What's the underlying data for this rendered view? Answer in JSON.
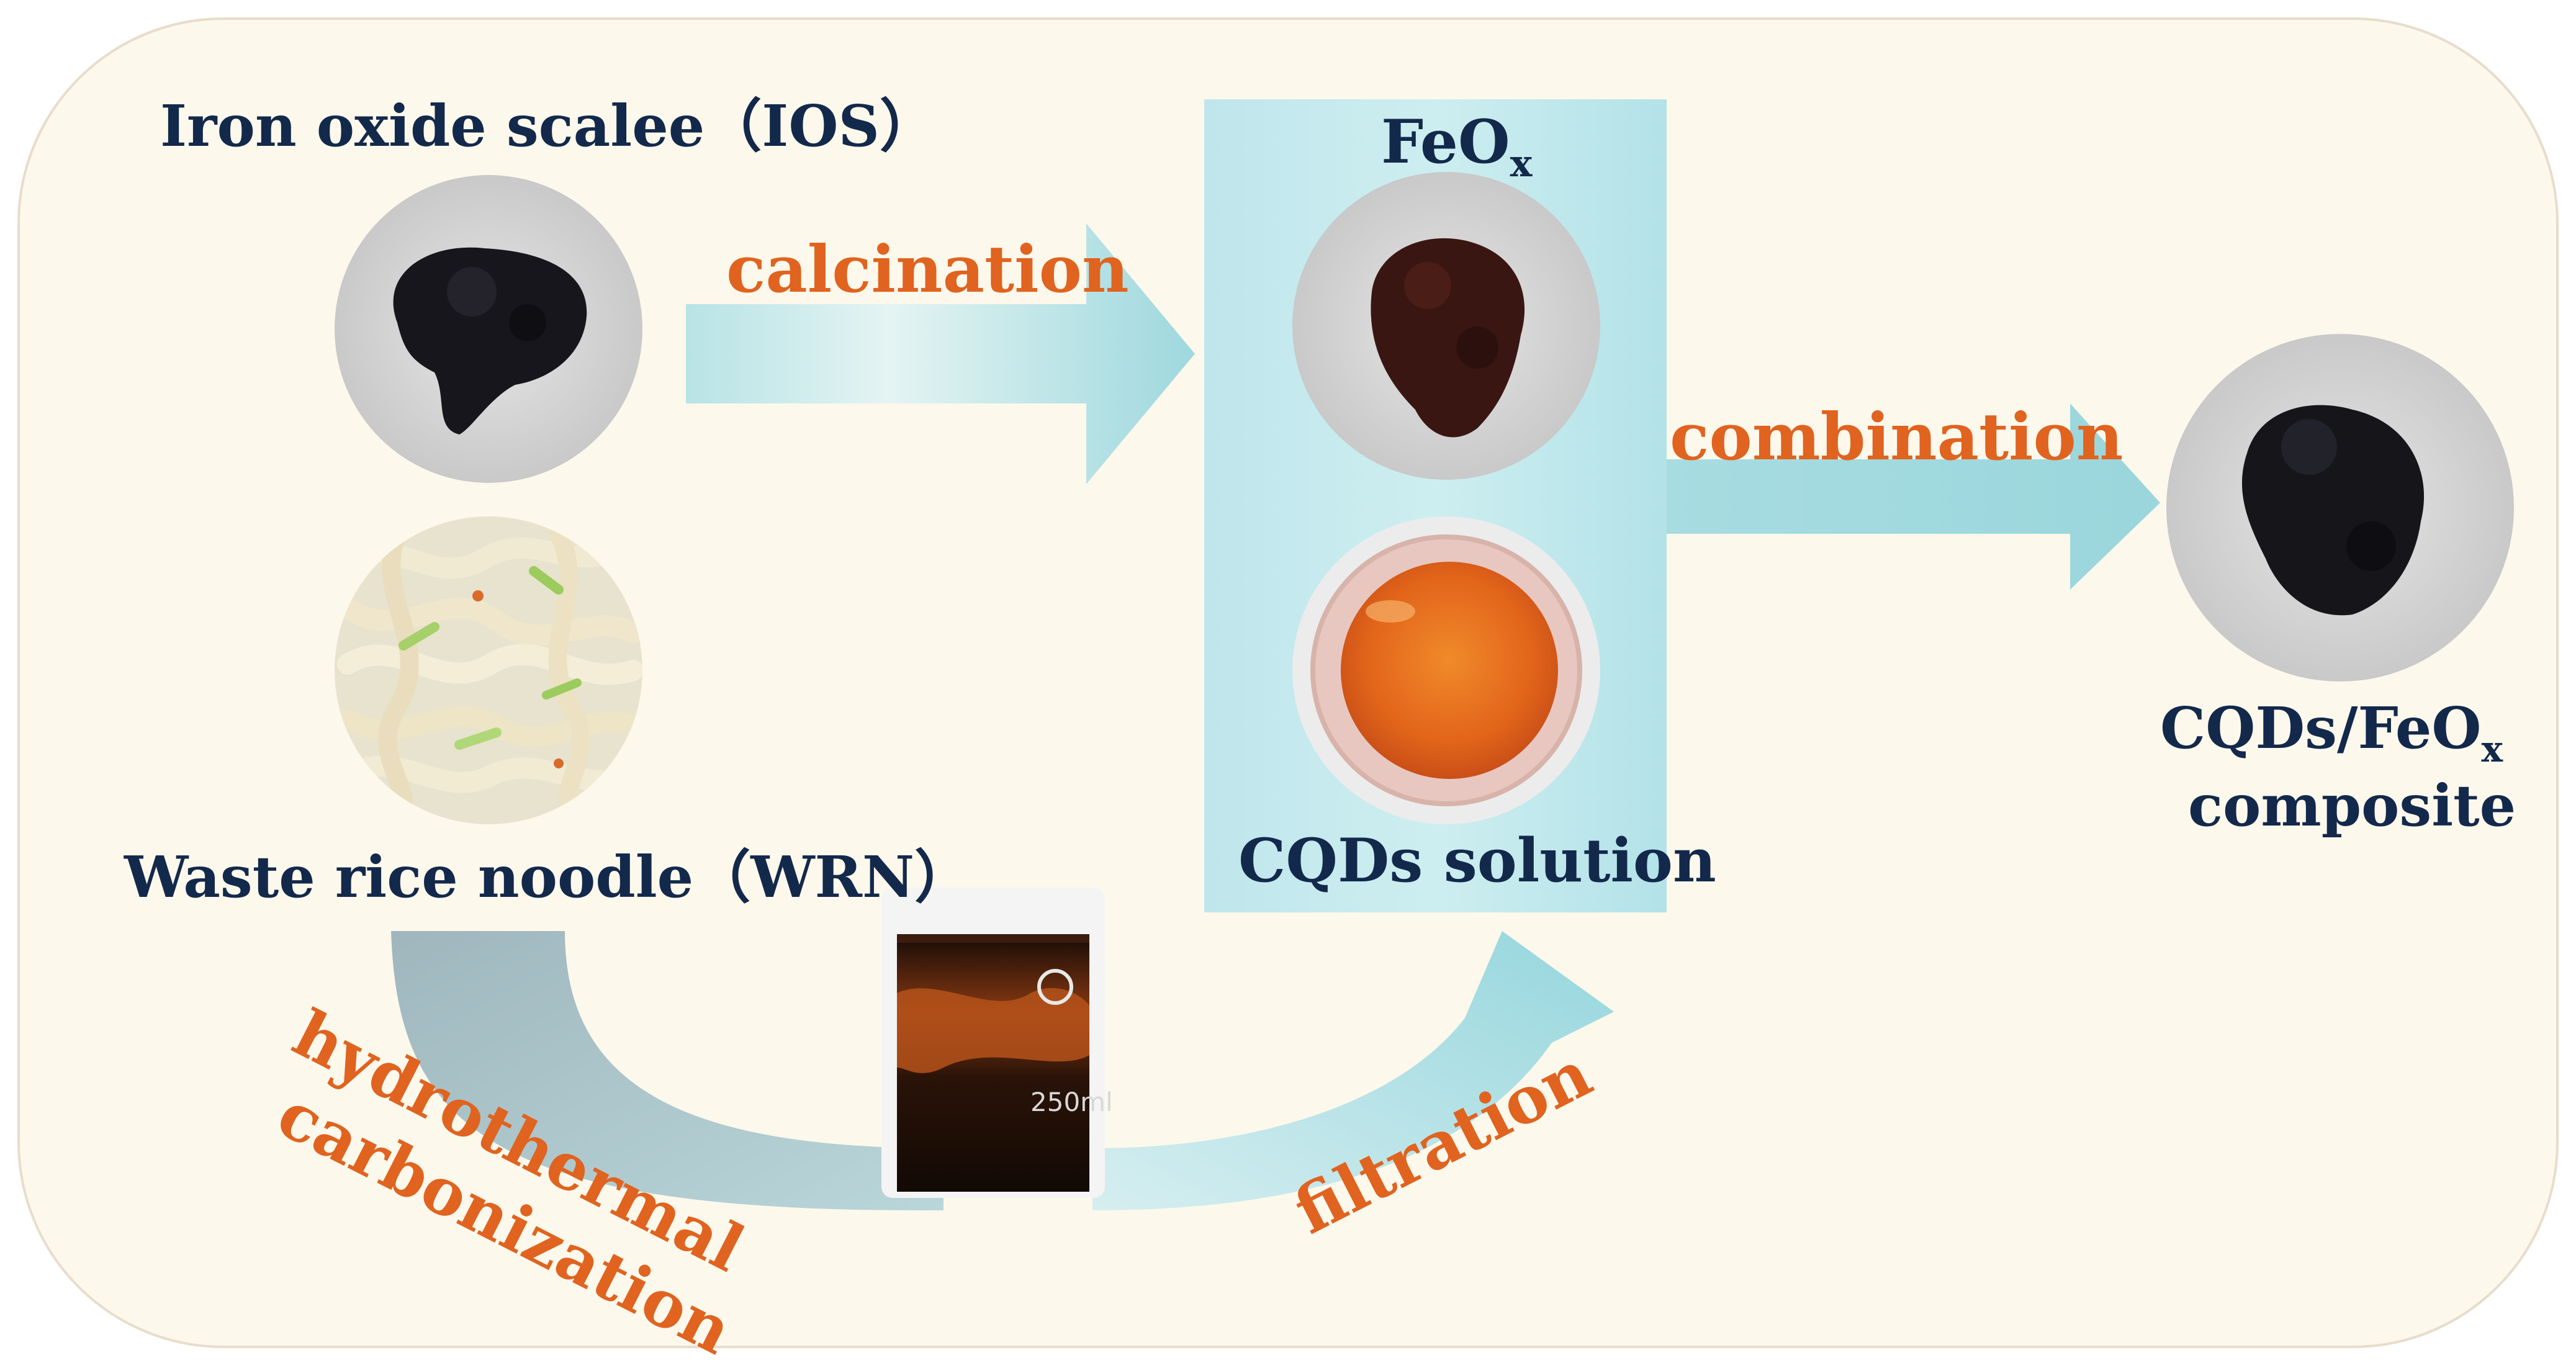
{
  "labels": {
    "ios": "Iron oxide scalee（IOS）",
    "wrn": "Waste rice noodle（WRN）",
    "feox_main": "FeO",
    "feox_sub": "x",
    "cqds_solution": "CQDs solution",
    "composite_line1_main": "CQDs/FeO",
    "composite_line1_sub": "x",
    "composite_line2": "composite"
  },
  "process": {
    "calcination": "calcination",
    "combination": "combination",
    "hydrothermal": "hydrothermal",
    "carbonization": "carbonization",
    "filtration": "filtration"
  },
  "beaker": {
    "volume_mark": "250ml"
  },
  "colors": {
    "panel_bg": "#fdf8ec",
    "box_bg": "#c6e9ee",
    "arrow": "#a9dde2",
    "navy": "#13294b",
    "orange": "#e0631f"
  }
}
